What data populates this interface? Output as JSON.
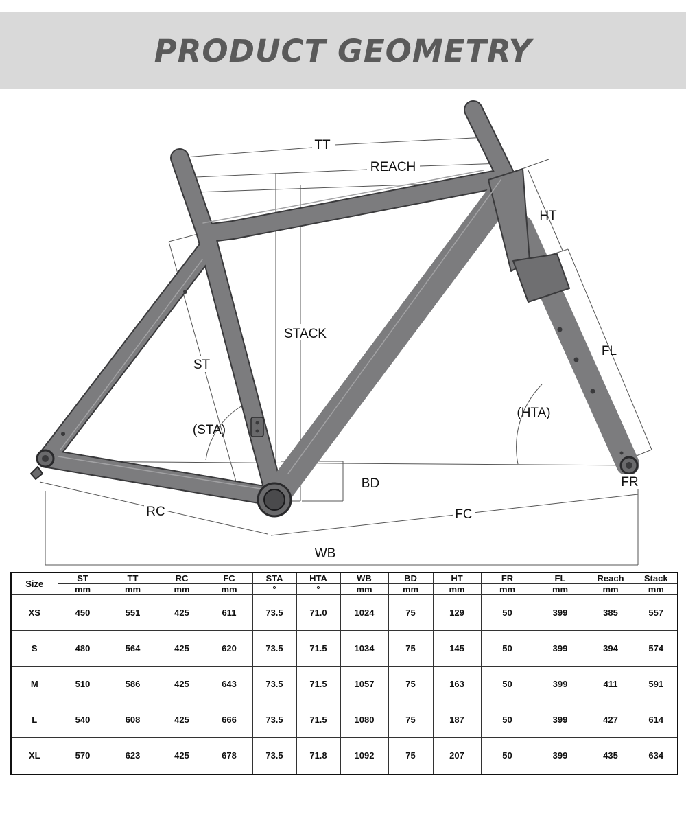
{
  "header": {
    "title": "PRODUCT GEOMETRY"
  },
  "diagram": {
    "labels": {
      "tt": "TT",
      "reach": "REACH",
      "ht": "HT",
      "stack": "STACK",
      "st": "ST",
      "fl": "FL",
      "hta": "(HTA)",
      "sta": "(STA)",
      "bd": "BD",
      "fr": "FR",
      "rc": "RC",
      "fc": "FC",
      "wb": "WB"
    },
    "colors": {
      "frame": "#7c7c7e",
      "frame_outline": "#3a3a3c",
      "dimension_line": "#555555"
    }
  },
  "table": {
    "size_header": "Size",
    "columns": [
      {
        "name": "ST",
        "unit": "mm"
      },
      {
        "name": "TT",
        "unit": "mm"
      },
      {
        "name": "RC",
        "unit": "mm"
      },
      {
        "name": "FC",
        "unit": "mm"
      },
      {
        "name": "STA",
        "unit": "°"
      },
      {
        "name": "HTA",
        "unit": "°"
      },
      {
        "name": "WB",
        "unit": "mm"
      },
      {
        "name": "BD",
        "unit": "mm"
      },
      {
        "name": "HT",
        "unit": "mm"
      },
      {
        "name": "FR",
        "unit": "mm"
      },
      {
        "name": "FL",
        "unit": "mm"
      },
      {
        "name": "Reach",
        "unit": "mm"
      },
      {
        "name": "Stack",
        "unit": "mm"
      }
    ],
    "rows": [
      {
        "size": "XS",
        "values": [
          "450",
          "551",
          "425",
          "611",
          "73.5",
          "71.0",
          "1024",
          "75",
          "129",
          "50",
          "399",
          "385",
          "557"
        ]
      },
      {
        "size": "S",
        "values": [
          "480",
          "564",
          "425",
          "620",
          "73.5",
          "71.5",
          "1034",
          "75",
          "145",
          "50",
          "399",
          "394",
          "574"
        ]
      },
      {
        "size": "M",
        "values": [
          "510",
          "586",
          "425",
          "643",
          "73.5",
          "71.5",
          "1057",
          "75",
          "163",
          "50",
          "399",
          "411",
          "591"
        ]
      },
      {
        "size": "L",
        "values": [
          "540",
          "608",
          "425",
          "666",
          "73.5",
          "71.5",
          "1080",
          "75",
          "187",
          "50",
          "399",
          "427",
          "614"
        ]
      },
      {
        "size": "XL",
        "values": [
          "570",
          "623",
          "425",
          "678",
          "73.5",
          "71.8",
          "1092",
          "75",
          "207",
          "50",
          "399",
          "435",
          "634"
        ]
      }
    ]
  }
}
